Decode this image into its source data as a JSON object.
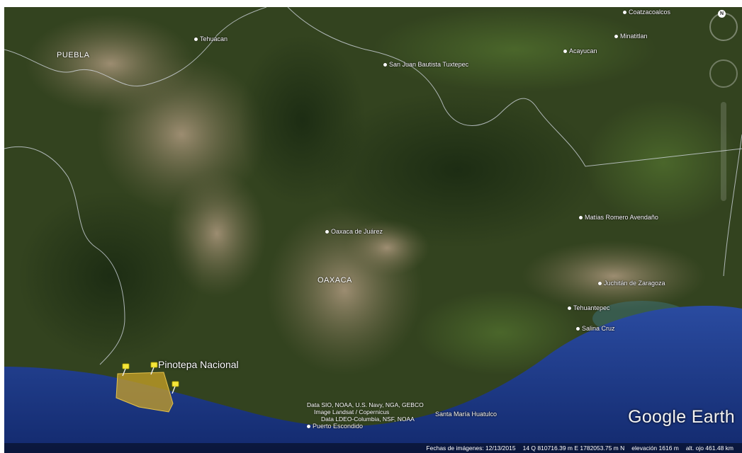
{
  "map": {
    "states": [
      "PUEBLA",
      "OAXACA"
    ],
    "places": [
      {
        "id": "tehuacan",
        "name": "Tehuacan"
      },
      {
        "id": "coatzacoalcos",
        "name": "Coatzacoalcos"
      },
      {
        "id": "minatitlan",
        "name": "Minatitlan"
      },
      {
        "id": "acayucan",
        "name": "Acayucan"
      },
      {
        "id": "tuxtepec",
        "name": "San Juan Bautista Tuxtepec"
      },
      {
        "id": "oaxaca",
        "name": "Oaxaca de Juárez"
      },
      {
        "id": "matias-romero",
        "name": "Matías Romero Avendaño"
      },
      {
        "id": "juchitan",
        "name": "Juchitán de Zaragoza"
      },
      {
        "id": "tehuantepec",
        "name": "Tehuantepec"
      },
      {
        "id": "salina-cruz",
        "name": "Salina Cruz"
      },
      {
        "id": "santa-maria-huatulco",
        "name": "Santa María Huatulco"
      },
      {
        "id": "puerto-escondido",
        "name": "Puerto Escondido"
      }
    ],
    "highlight_label": "Pinotepa Nacional",
    "highlight_color": "#c9a227",
    "attribution": [
      "Data SIO, NOAA, U.S. Navy, NGA, GEBCO",
      "Image Landsat / Copernicus",
      "Data LDEO-Columbia, NSF, NOAA"
    ],
    "logo": "Google Earth",
    "status": {
      "imagery_date": "Fechas de imágenes: 12/13/2015",
      "coordinates": "14 Q 810716.39 m E 1782053.75 m N",
      "elevation": "elevación  1616 m",
      "eye_altitude": "alt. ojo 461.48 km"
    },
    "compass": "N",
    "colors": {
      "land_dark": "#2e3d1c",
      "land_light": "#8a7a5e",
      "ocean": "#1c3a86",
      "border": "#d8dde8"
    }
  }
}
